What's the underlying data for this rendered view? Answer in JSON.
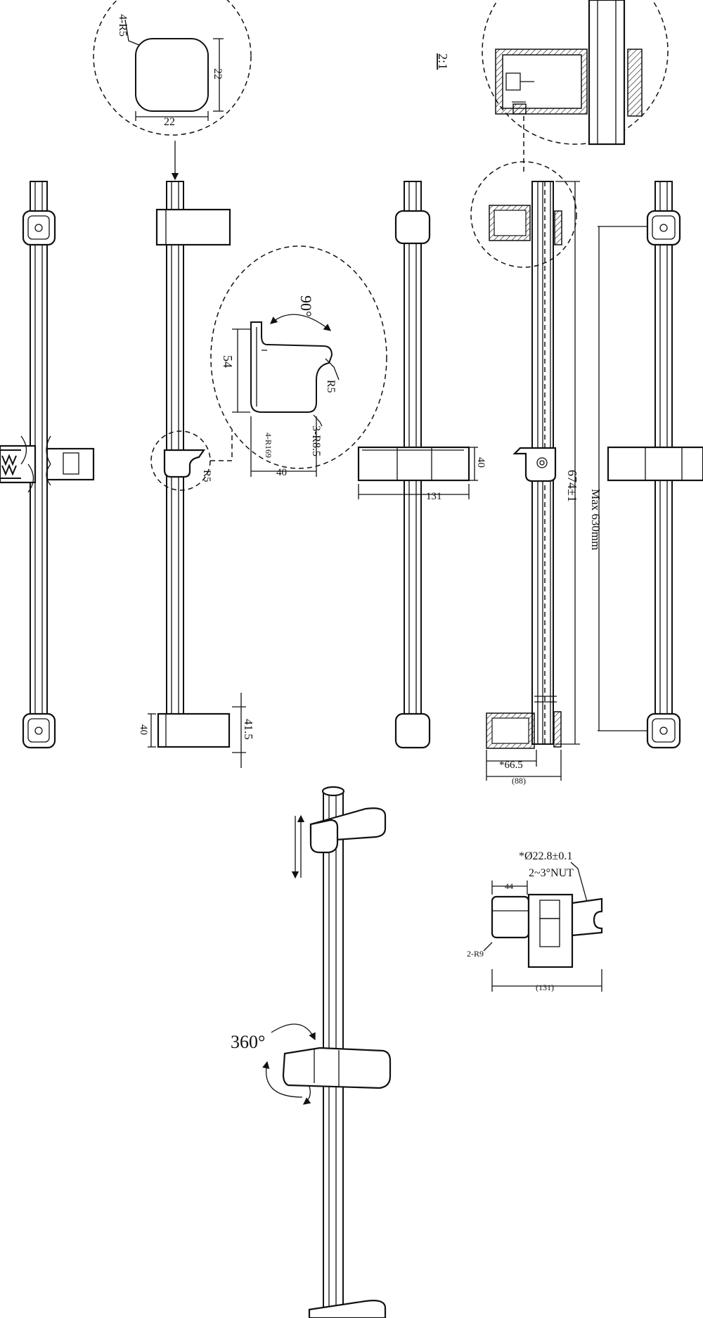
{
  "drawing": {
    "scale_note": "2:1",
    "detail_top": {
      "radius_note": "4-R5",
      "width": "22",
      "height": "22"
    },
    "detail_hook": {
      "angle": "90°",
      "height": "54",
      "radius_a": "R5",
      "radius_b": "4-R169",
      "radius_c": "3-R8.5",
      "width": "40"
    },
    "bracket_radius": "R5",
    "bracket_bottom": {
      "width": "40",
      "height": "41.5"
    },
    "slider_front": {
      "width": "131",
      "height": "40"
    },
    "section_view": {
      "length": "674±1",
      "offset": "*66.5",
      "depth": "(88)"
    },
    "adjust_range": "Max 630mm",
    "rotation": "360°",
    "holder_detail": {
      "thread": "*Ø22.8±0.1",
      "nut": "2~3°NUT",
      "width_top": "44",
      "radius": "2-R9",
      "width_total": "(131)"
    }
  },
  "colors": {
    "line": "#111111",
    "background": "#ffffff"
  },
  "icons": [
    "circle-detail-marker",
    "rotation-arrow",
    "slide-arrow"
  ]
}
